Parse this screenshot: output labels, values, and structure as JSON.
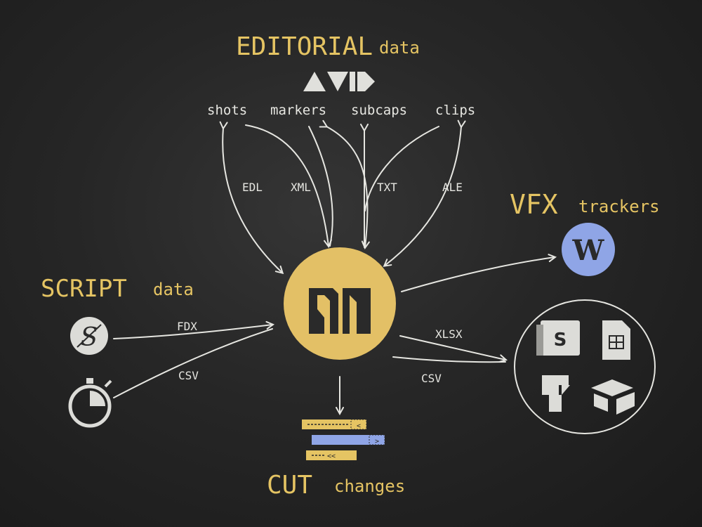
{
  "colors": {
    "board": "#262626",
    "chalk_white": "#e6e6e1",
    "chalk_yellow": "#e5c463",
    "hub_fill": "#e3c066",
    "wrike_blue": "#8fa5e6",
    "bar_blue": "#8fa5e6"
  },
  "editorial": {
    "title_big": "EDITORIAL",
    "title_small": "data",
    "logo_text": "AVID",
    "items": [
      "shots",
      "markers",
      "subcaps",
      "clips"
    ],
    "formats": [
      "EDL",
      "XML",
      "TXT",
      "ALE"
    ]
  },
  "script": {
    "title_big": "SCRIPT",
    "title_small": "data",
    "formats": [
      "FDX",
      "CSV"
    ],
    "icons": [
      "final-draft-icon",
      "stopwatch-icon"
    ]
  },
  "vfx": {
    "title_big": "VFX",
    "title_small": "trackers",
    "wrike_letter": "W",
    "tool_icons": [
      "smartsheet-icon",
      "google-sheets-icon",
      "ftrack-icon",
      "airtable-icon"
    ],
    "smartsheet_letter": "S",
    "formats": [
      "XLSX",
      "CSV"
    ]
  },
  "hub": {
    "icon": "hub-logo-icon"
  },
  "cut": {
    "title_big": "CUT",
    "title_small": "changes"
  }
}
